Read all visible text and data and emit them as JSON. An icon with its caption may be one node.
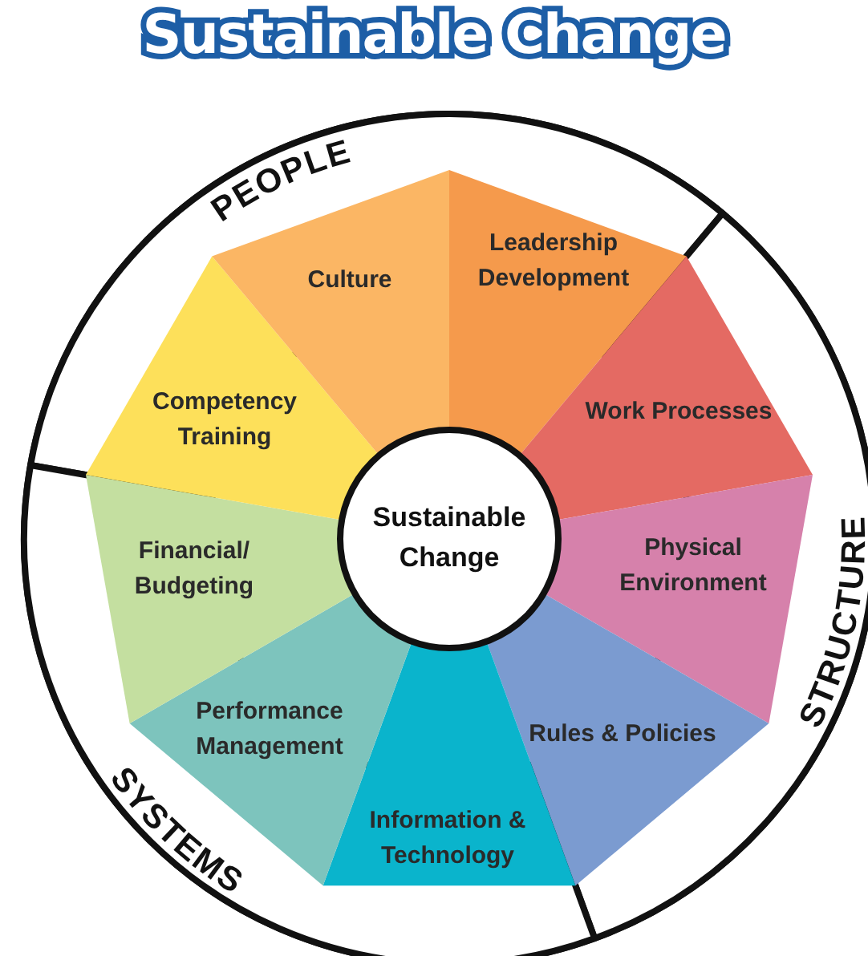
{
  "diagram": {
    "title": "Sustainable Change",
    "nodes": [
      {
        "text": [
          "PEOPLE"
        ]
      },
      {
        "text": [
          "STRUCTURE"
        ]
      },
      {
        "text": [
          "SYSTEMS"
        ]
      },
      {
        "text": [
          "Leadership Development"
        ]
      },
      {
        "text": [
          "Work Processes"
        ]
      },
      {
        "text": [
          "Physical Environment"
        ]
      },
      {
        "text": [
          "Rules & Policies"
        ]
      },
      {
        "text": [
          "Information & Technology"
        ]
      },
      {
        "text": [
          "Performance Management"
        ]
      },
      {
        "text": [
          "Financial/ Budgeting"
        ]
      },
      {
        "text": [
          "Competency Training"
        ]
      },
      {
        "text": [
          "Culture"
        ]
      },
      {
        "text": [
          "Sustainable Change"
        ]
      }
    ]
  }
}
